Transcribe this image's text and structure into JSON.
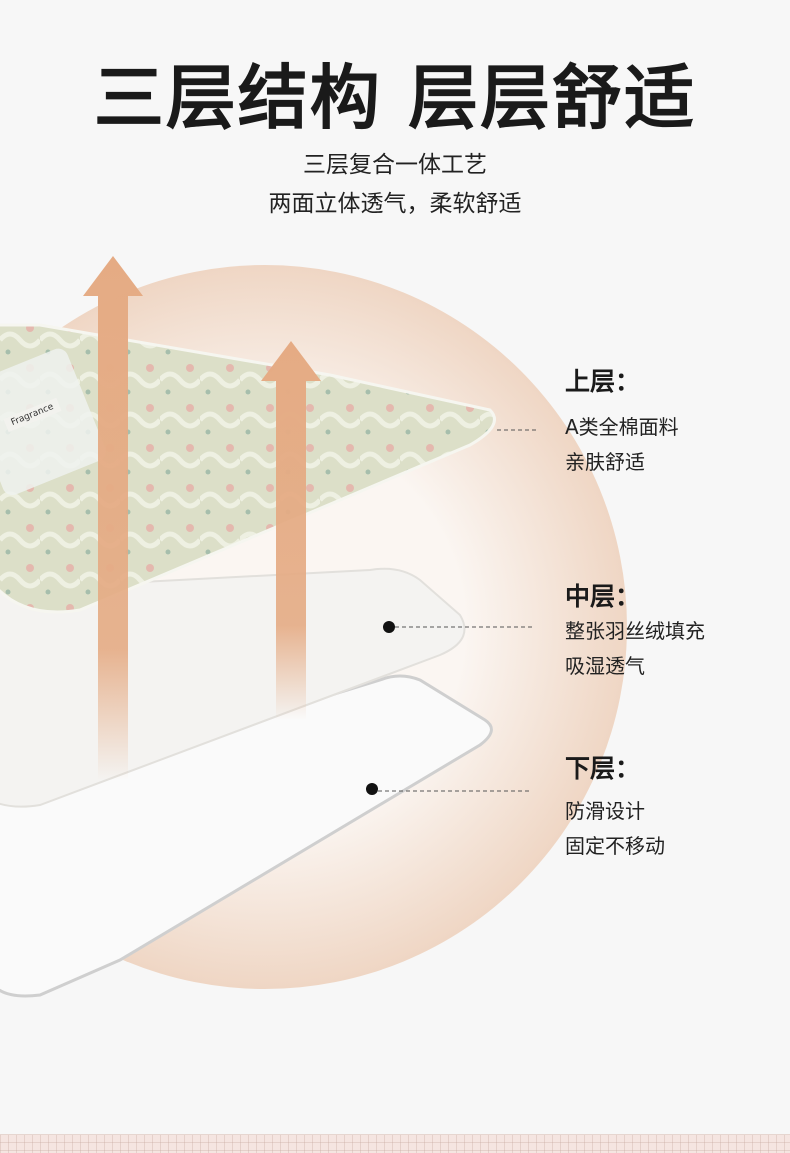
{
  "header": {
    "title": "三层结构 层层舒适",
    "subtitle_1": "三层复合一体工艺",
    "subtitle_2": "两面立体透气，柔软舒适"
  },
  "photo_label": "Fragrance",
  "layers": [
    {
      "heading": "上层：",
      "line1": "A类全棉面料",
      "line2": "亲肤舒适"
    },
    {
      "heading": "中层：",
      "line1": "整张羽丝绒填充",
      "line2": "吸湿透气"
    },
    {
      "heading": "下层：",
      "line1": "防滑设计",
      "line2": "固定不移动"
    }
  ],
  "colors": {
    "background": "#f7f7f7",
    "arrow": "#e5ab84",
    "circle": "#f0d8c6",
    "fabric": "#d9dcc4"
  }
}
